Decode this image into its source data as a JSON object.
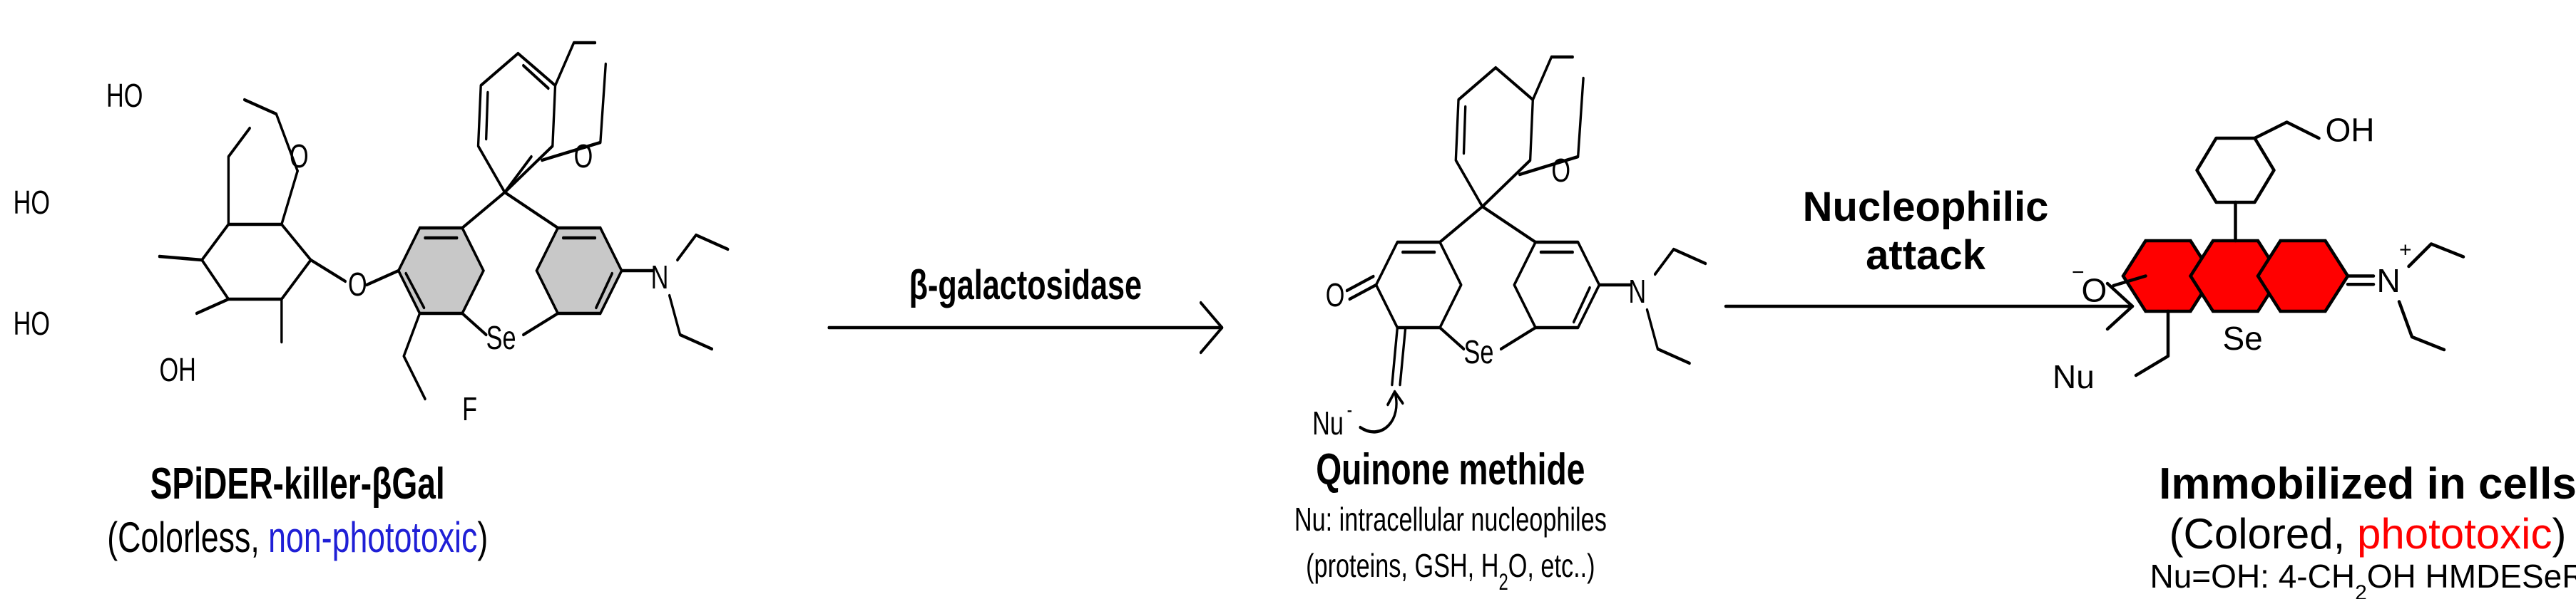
{
  "colors": {
    "ring_gray": "#c8c8c8",
    "ring_red": "#ff0000",
    "non_phototoxic_text": "#1f1fd6",
    "phototoxic_text": "#ff0000"
  },
  "step1": {
    "label": "β-galactosidase",
    "title": "SPiDER-killer-βGal",
    "sub_open": "(Colorless, ",
    "sub_colored": "non-phototoxic",
    "sub_close": ")"
  },
  "step2": {
    "label": "Quinone methide",
    "nu_label": "Nu:",
    "nu_desc": "intracellular nucleophiles",
    "nu_list_a": "(proteins, GSH, H",
    "nu_list_sub": "2",
    "nu_list_b": "O, etc..)"
  },
  "arrow2": {
    "line1": "Nucleophilic",
    "line2": "attack"
  },
  "step3": {
    "title": "Immobilized in cells",
    "sub_open": "(Colored, ",
    "sub_colored": "phototoxic",
    "sub_close": ")",
    "note_a": "Nu=OH: 4-CH",
    "note_sub": "2",
    "note_b": "OH HMDESeR"
  },
  "atoms": {
    "ho": "HO",
    "o": "O",
    "oh": "OH",
    "se": "Se",
    "n": "N",
    "f": "F",
    "nu": "Nu",
    "minus": "−",
    "plus": "+",
    "neg": "-"
  }
}
